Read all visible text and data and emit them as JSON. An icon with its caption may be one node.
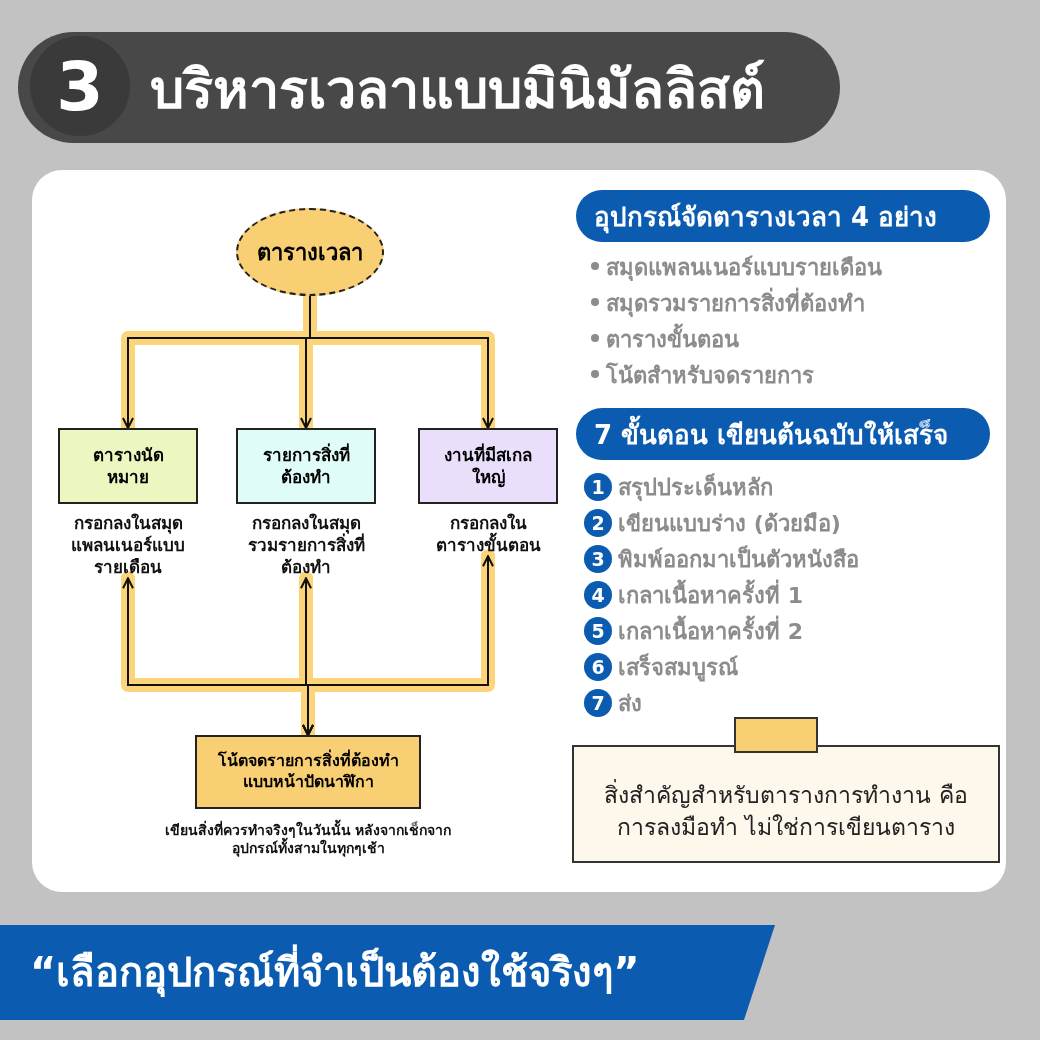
{
  "diagram": {
    "title": "บริหารเวลาแบบมินิมัลลิสต์",
    "caption": "“เลือกอุปกรณ์ที่จำเป็นต้องใช้จริงๆ”",
    "nodes": [
      {
        "text": [
          "3"
        ]
      },
      {
        "text": [
          "ตารางเวลา"
        ]
      },
      {
        "text": [
          "ตารางนัดหมาย"
        ],
        "beside": [
          "กรอกลงในสมุดแพลนเนอร์แบบรายเดือน"
        ]
      },
      {
        "text": [
          "รายการสิ่งที่ต้องทำ"
        ],
        "beside": [
          "กรอกลงในสมุดรวมรายการสิ่งที่ต้องทำ"
        ]
      },
      {
        "text": [
          "งานที่มีสเกลใหญ่"
        ],
        "beside": [
          "กรอกลงในตารางขั้นตอน"
        ]
      },
      {
        "text": [
          "โน้ตจดรายการสิ่งที่ต้องทำแบบหน้าปัดนาฬิกา"
        ],
        "beside": [
          "เขียนสิ่งที่ควรทำจริงๆในวันนั้น หลังจากเช็กจากอุปกรณ์ทั้งสามในทุกๆเช้า"
        ]
      },
      {
        "text": [
          "อุปกรณ์จัดตารางเวลา 4 อย่าง"
        ]
      },
      {
        "text": [
          "7 ขั้นตอน เขียนต้นฉบับให้เสร็จ"
        ]
      },
      {
        "text": [
          "1"
        ],
        "beside": [
          "สรุปประเด็นหลัก"
        ]
      },
      {
        "text": [
          "2"
        ],
        "beside": [
          "เขียนแบบร่าง (ด้วยมือ)"
        ]
      },
      {
        "text": [
          "3"
        ],
        "beside": [
          "พิมพ์ออกมาเป็นตัวหนังสือ"
        ]
      },
      {
        "text": [
          "4"
        ],
        "beside": [
          "เกลาเนื้อหาครั้งที่ 1"
        ]
      },
      {
        "text": [
          "5"
        ],
        "beside": [
          "เกลาเนื้อหาครั้งที่ 2"
        ]
      },
      {
        "text": [
          "6"
        ],
        "beside": [
          "เสร็จสมบูรณ์"
        ]
      },
      {
        "text": [
          "7"
        ],
        "beside": [
          "ส่ง"
        ]
      },
      {
        "text": [
          "สิ่งสำคัญสำหรับตารางการทำงาน คือ การลงมือทำ ไม่ใช่การเขียนตาราง"
        ]
      }
    ],
    "edges": [
      {
        "from": 1,
        "to": 2,
        "arrow": "to"
      },
      {
        "from": 1,
        "to": 3,
        "arrow": "to"
      },
      {
        "from": 1,
        "to": 4,
        "arrow": "to"
      },
      {
        "from": 5,
        "to": 2,
        "arrow": "both"
      },
      {
        "from": 5,
        "to": 3,
        "arrow": "both"
      },
      {
        "from": 5,
        "to": 4,
        "arrow": "both"
      }
    ],
    "labels": [
      "สมุดแพลนเนอร์แบบรายเดือน",
      "สมุดรวมรายการสิ่งที่ต้องทำ",
      "ตารางขั้นตอน",
      "โน้ตสำหรับจดรายการ"
    ]
  }
}
